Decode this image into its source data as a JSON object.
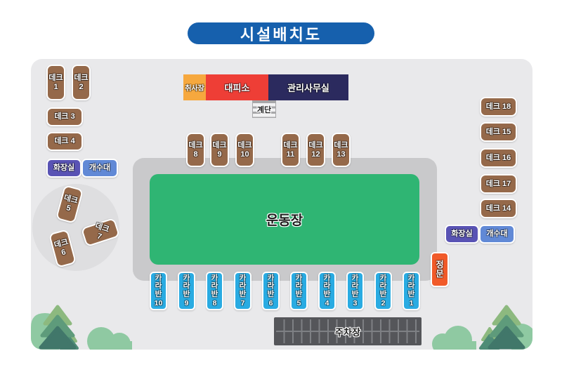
{
  "title": "시설배치도",
  "labels": {
    "deck_prefix": "데크",
    "caravan_prefix": "카라반",
    "toilet": "화장실",
    "sink": "개수대",
    "cookhouse": "취사장",
    "shelter": "대피소",
    "office": "관리사무실",
    "stairs": "계단",
    "field": "운동장",
    "parking": "주차장",
    "gate": "정문"
  },
  "deck_numbers": {
    "d1": "1",
    "d2": "2",
    "d3": "3",
    "d4": "4",
    "d5": "5",
    "d6": "6",
    "d7": "7",
    "d8": "8",
    "d9": "9",
    "d10": "10",
    "d11": "11",
    "d12": "12",
    "d13": "13",
    "d14": "14",
    "d15": "15",
    "d16": "16",
    "d17": "17",
    "d18": "18"
  },
  "caravan_numbers": {
    "c1": "1",
    "c2": "2",
    "c3": "3",
    "c4": "4",
    "c5": "5",
    "c6": "6",
    "c7": "7",
    "c8": "8",
    "c9": "9",
    "c10": "10"
  },
  "colors": {
    "title_blue": "#1660AD",
    "deck_brown": "#95694A",
    "caravan_blue": "#29ABE2",
    "toilet_purple": "#5953B4",
    "sink_blue": "#6189D6",
    "cookhouse_yellow": "#F6A83E",
    "shelter_red": "#EE3E36",
    "office_navy": "#2B2A5E",
    "gate_orange": "#F15A29",
    "field_green": "#2FB573",
    "parking_gray": "#55565A"
  }
}
